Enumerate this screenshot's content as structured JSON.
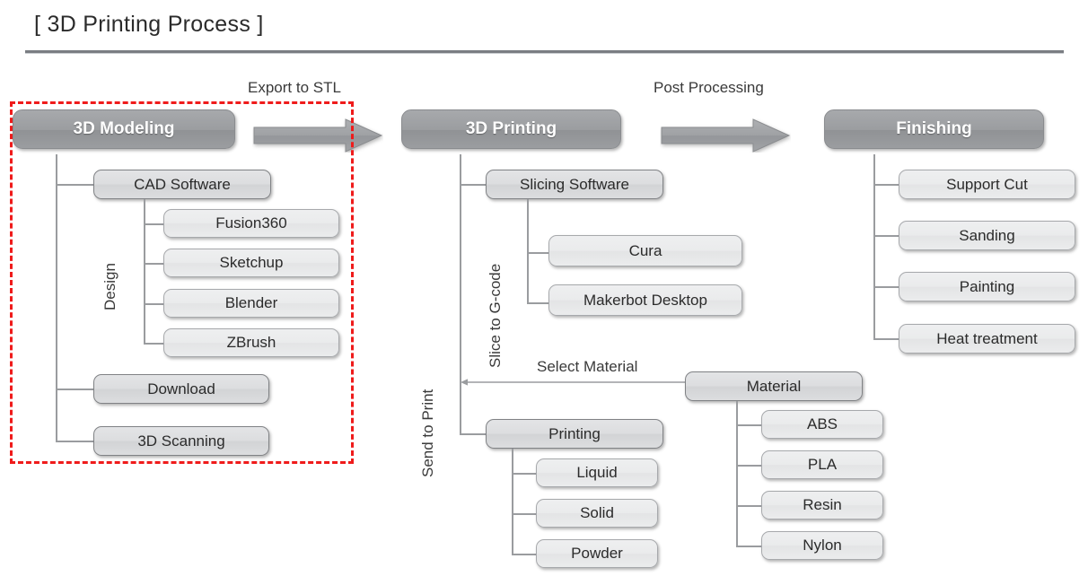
{
  "page": {
    "title": "[ 3D Printing Process ]",
    "accent_red": "#ef1b1b",
    "header_fill": "#9b9da0",
    "node_border": "#808285",
    "line_color": "#9a9c9f"
  },
  "stages": [
    {
      "id": "modeling",
      "label": "3D Modeling",
      "children": [
        {
          "label": "CAD Software",
          "edge_label": "Design",
          "children": [
            {
              "label": "Fusion360"
            },
            {
              "label": "Sketchup"
            },
            {
              "label": "Blender"
            },
            {
              "label": "ZBrush"
            }
          ]
        },
        {
          "label": "Download",
          "children": []
        },
        {
          "label": "3D Scanning",
          "children": []
        }
      ]
    },
    {
      "id": "printing",
      "label": "3D Printing",
      "children": [
        {
          "label": "Slicing Software",
          "edge_label": "Slice to G-code",
          "children": [
            {
              "label": "Cura"
            },
            {
              "label": "Makerbot Desktop"
            }
          ]
        },
        {
          "label": "Printing",
          "edge_label": "Send to Print",
          "children": [
            {
              "label": "Liquid"
            },
            {
              "label": "Solid"
            },
            {
              "label": "Powder"
            }
          ]
        }
      ]
    },
    {
      "id": "material",
      "label": "Material",
      "edge_label": "Select Material",
      "children": [
        {
          "label": "ABS"
        },
        {
          "label": "PLA"
        },
        {
          "label": "Resin"
        },
        {
          "label": "Nylon"
        }
      ]
    },
    {
      "id": "finishing",
      "label": "Finishing",
      "children": [
        {
          "label": "Support Cut"
        },
        {
          "label": "Sanding"
        },
        {
          "label": "Painting"
        },
        {
          "label": "Heat treatment"
        }
      ]
    }
  ],
  "flow_arrows": [
    {
      "label": "Export to STL"
    },
    {
      "label": "Post Processing"
    }
  ],
  "selection": {
    "target": "3D Modeling",
    "style": "red-dashed-rectangle"
  }
}
